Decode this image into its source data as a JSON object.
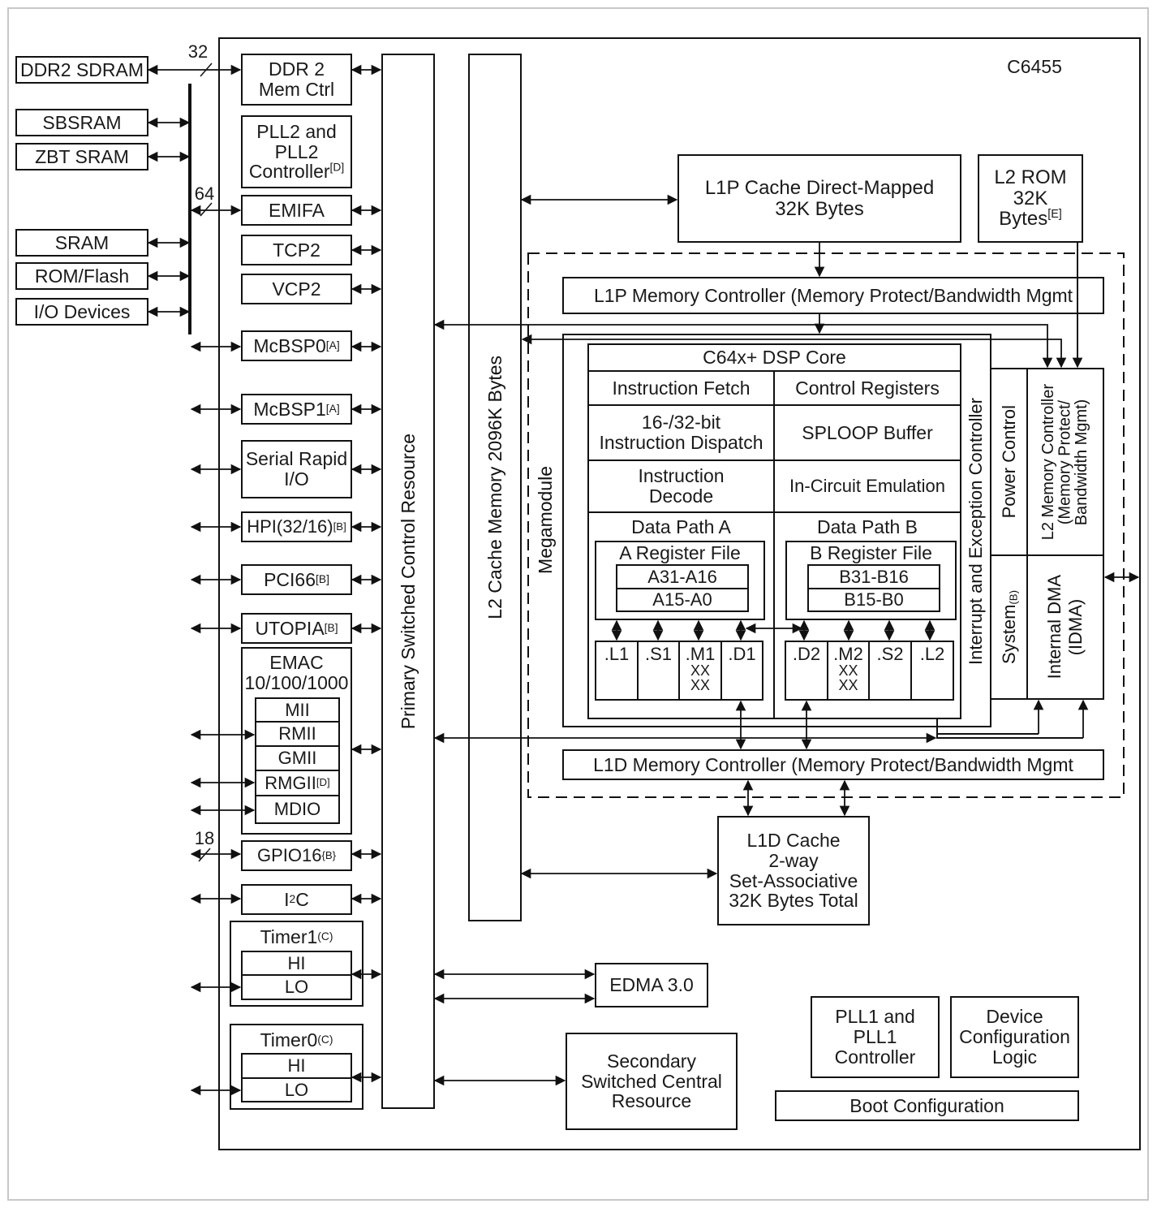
{
  "device_name": "C6455",
  "external": {
    "ddr2_sdram": "DDR2 SDRAM",
    "bus32": "32",
    "sbsram": "SBSRAM",
    "zbt_sram": "ZBT SRAM",
    "bus64": "64",
    "sram": "SRAM",
    "rom_flash": "ROM/Flash",
    "io_devices": "I/O Devices",
    "bus18": "18"
  },
  "peripherals": {
    "ddr2_ctrl": "DDR 2\nMem Ctrl",
    "pll2_l1": "PLL2 and",
    "pll2_l2": "PLL2",
    "pll2_l3": "Controller",
    "pll2_note": "[D]",
    "emifa": "EMIFA",
    "tcp2": "TCP2",
    "vcp2": "VCP2",
    "mcbsp0": "McBSP0",
    "mcbsp0_note": "[A]",
    "mcbsp1": "McBSP1",
    "mcbsp1_note": "[A]",
    "srio": "Serial Rapid\nI/O",
    "hpi": "HPI(32/16)",
    "hpi_note": "[B]",
    "pci66": "PCI66",
    "pci66_note": "[B]",
    "utopia": "UTOPIA",
    "utopia_note": "[B]",
    "emac_title": "EMAC\n10/100/1000",
    "mii": "MII",
    "rmii": "RMII",
    "gmii": "GMII",
    "rmgii": "RMGII",
    "rmgii_note": "[D]",
    "mdio": "MDIO",
    "gpio": "GPIO16",
    "gpio_note": "{B}",
    "i2c_pre": "I",
    "i2c_sup": "2",
    "i2c_post": "C",
    "timer1": "Timer1",
    "timer1_note": "(C)",
    "timer0": "Timer0",
    "timer0_note": "(C)",
    "hi": "HI",
    "lo": "LO"
  },
  "switch_fabric": {
    "primary": "Primary Switched Control Resource",
    "l2_cache": "L2 Cache Memory 2096K Bytes",
    "edma": "EDMA 3.0",
    "secondary": "Secondary\nSwitched Central\nResource"
  },
  "megamodule": {
    "label": "Megamodule",
    "l1p_cache": "L1P Cache Direct-Mapped\n32K Bytes",
    "l2_rom_l1": "L2 ROM",
    "l2_rom_l2": "32K",
    "l2_rom_l3": "Bytes",
    "l2_rom_note": "[E]",
    "l1p_ctrl": "L1P Memory Controller (Memory Protect/Bandwidth Mgmt",
    "l1d_ctrl": "L1D Memory Controller (Memory Protect/Bandwidth Mgmt",
    "l1d_cache": "L1D Cache\n2-way\nSet-Associative\n32K Bytes Total",
    "interrupt": "Interrupt and Exception Controller",
    "power": "Power Control",
    "l2_mem_ctrl": "L2 Memory Controller\n(Memory Protect/\nBandwidth Mgmt)",
    "system": "System",
    "system_note": "(B)",
    "idma": "Internal DMA\n(IDMA)"
  },
  "core": {
    "title": "C64x+ DSP Core",
    "instr_fetch": "Instruction Fetch",
    "ctrl_regs": "Control Registers",
    "dispatch": "16-/32-bit\nInstruction Dispatch",
    "sploop": "SPLOOP Buffer",
    "decode": "Instruction\nDecode",
    "ice": "In-Circuit Emulation",
    "path_a": "Data Path A",
    "path_b": "Data Path B",
    "a_regfile": "A Register File",
    "b_regfile": "B Register File",
    "a_hi": "A31-A16",
    "a_lo": "A15-A0",
    "b_hi": "B31-B16",
    "b_lo": "B15-B0",
    "units_a": [
      ".L1",
      ".S1",
      ".M1",
      ".D1"
    ],
    "units_b": [
      ".D2",
      ".M2",
      ".S2",
      ".L2"
    ],
    "mult_xx": "XX"
  },
  "misc": {
    "pll1": "PLL1 and\nPLL1\nController",
    "dev_config": "Device\nConfiguration\nLogic",
    "boot": "Boot Configuration"
  }
}
